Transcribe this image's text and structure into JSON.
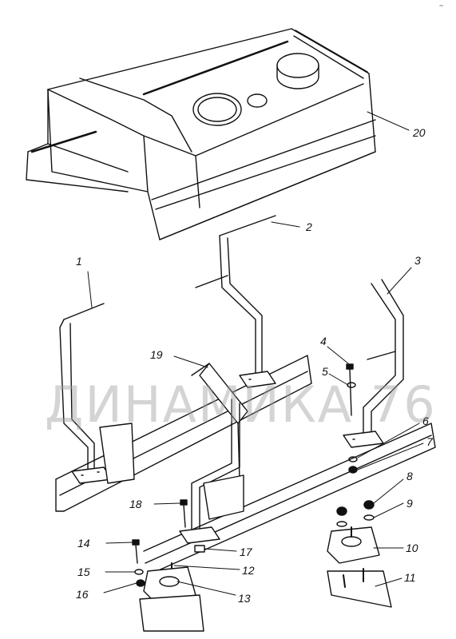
{
  "watermark": {
    "text": "ДИНАМИКА 76"
  },
  "corner_mark": "~",
  "callouts": [
    {
      "id": "c1",
      "text": "1"
    },
    {
      "id": "c2",
      "text": "2"
    },
    {
      "id": "c3",
      "text": "3"
    },
    {
      "id": "c4",
      "text": "4"
    },
    {
      "id": "c5",
      "text": "5"
    },
    {
      "id": "c6",
      "text": "6"
    },
    {
      "id": "c7",
      "text": "7"
    },
    {
      "id": "c8",
      "text": "8"
    },
    {
      "id": "c9",
      "text": "9"
    },
    {
      "id": "c10",
      "text": "10"
    },
    {
      "id": "c11",
      "text": "11"
    },
    {
      "id": "c12",
      "text": "12"
    },
    {
      "id": "c13",
      "text": "13"
    },
    {
      "id": "c14",
      "text": "14"
    },
    {
      "id": "c15",
      "text": "15"
    },
    {
      "id": "c16",
      "text": "16"
    },
    {
      "id": "c17",
      "text": "17"
    },
    {
      "id": "c18",
      "text": "18"
    },
    {
      "id": "c19",
      "text": "19"
    },
    {
      "id": "c20",
      "text": "20"
    }
  ]
}
